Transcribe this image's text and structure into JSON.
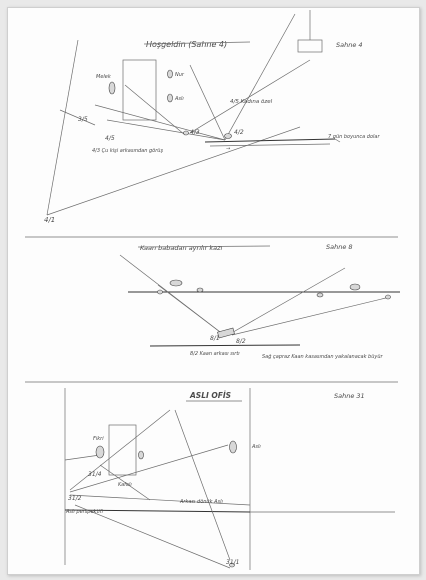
{
  "sketch": {
    "scene4": {
      "heading": "Hoşgeldin (Sahne 4)",
      "sahne_label": "Sahne 4",
      "figure_labels": [
        "Melek",
        "Nur",
        "Aslı"
      ],
      "shot_labels": [
        "3/5",
        "4/5",
        "4/3",
        "4/2",
        "4/1"
      ],
      "note_4_5": "4/5 Kadına özel",
      "note_4_3": "4/3 Çu kişi arkasından görüş",
      "note_4_2": "7 gün boyunca dolar"
    },
    "scene8": {
      "heading": "Kaan babadan ayrılır kazı",
      "sahne_label": "Sahne 8",
      "shot_labels": [
        "8/1",
        "8/2"
      ],
      "note_left": "8/2 Kaan arkası sırtı",
      "note_right": "Sağ çapraz Kaan kasasından yakalanacak büyür"
    },
    "scene31": {
      "heading": "ASLI OFİS",
      "sahne_label": "Sahne 31",
      "figure_labels": [
        "Fikri",
        "Aslı"
      ],
      "shot_labels": [
        "31/4",
        "31/2",
        "31/1"
      ],
      "note_center": "Kafalı",
      "note_right": "Arkası dönük Aslı",
      "note_bottom": "Aslı perspektifi"
    }
  }
}
